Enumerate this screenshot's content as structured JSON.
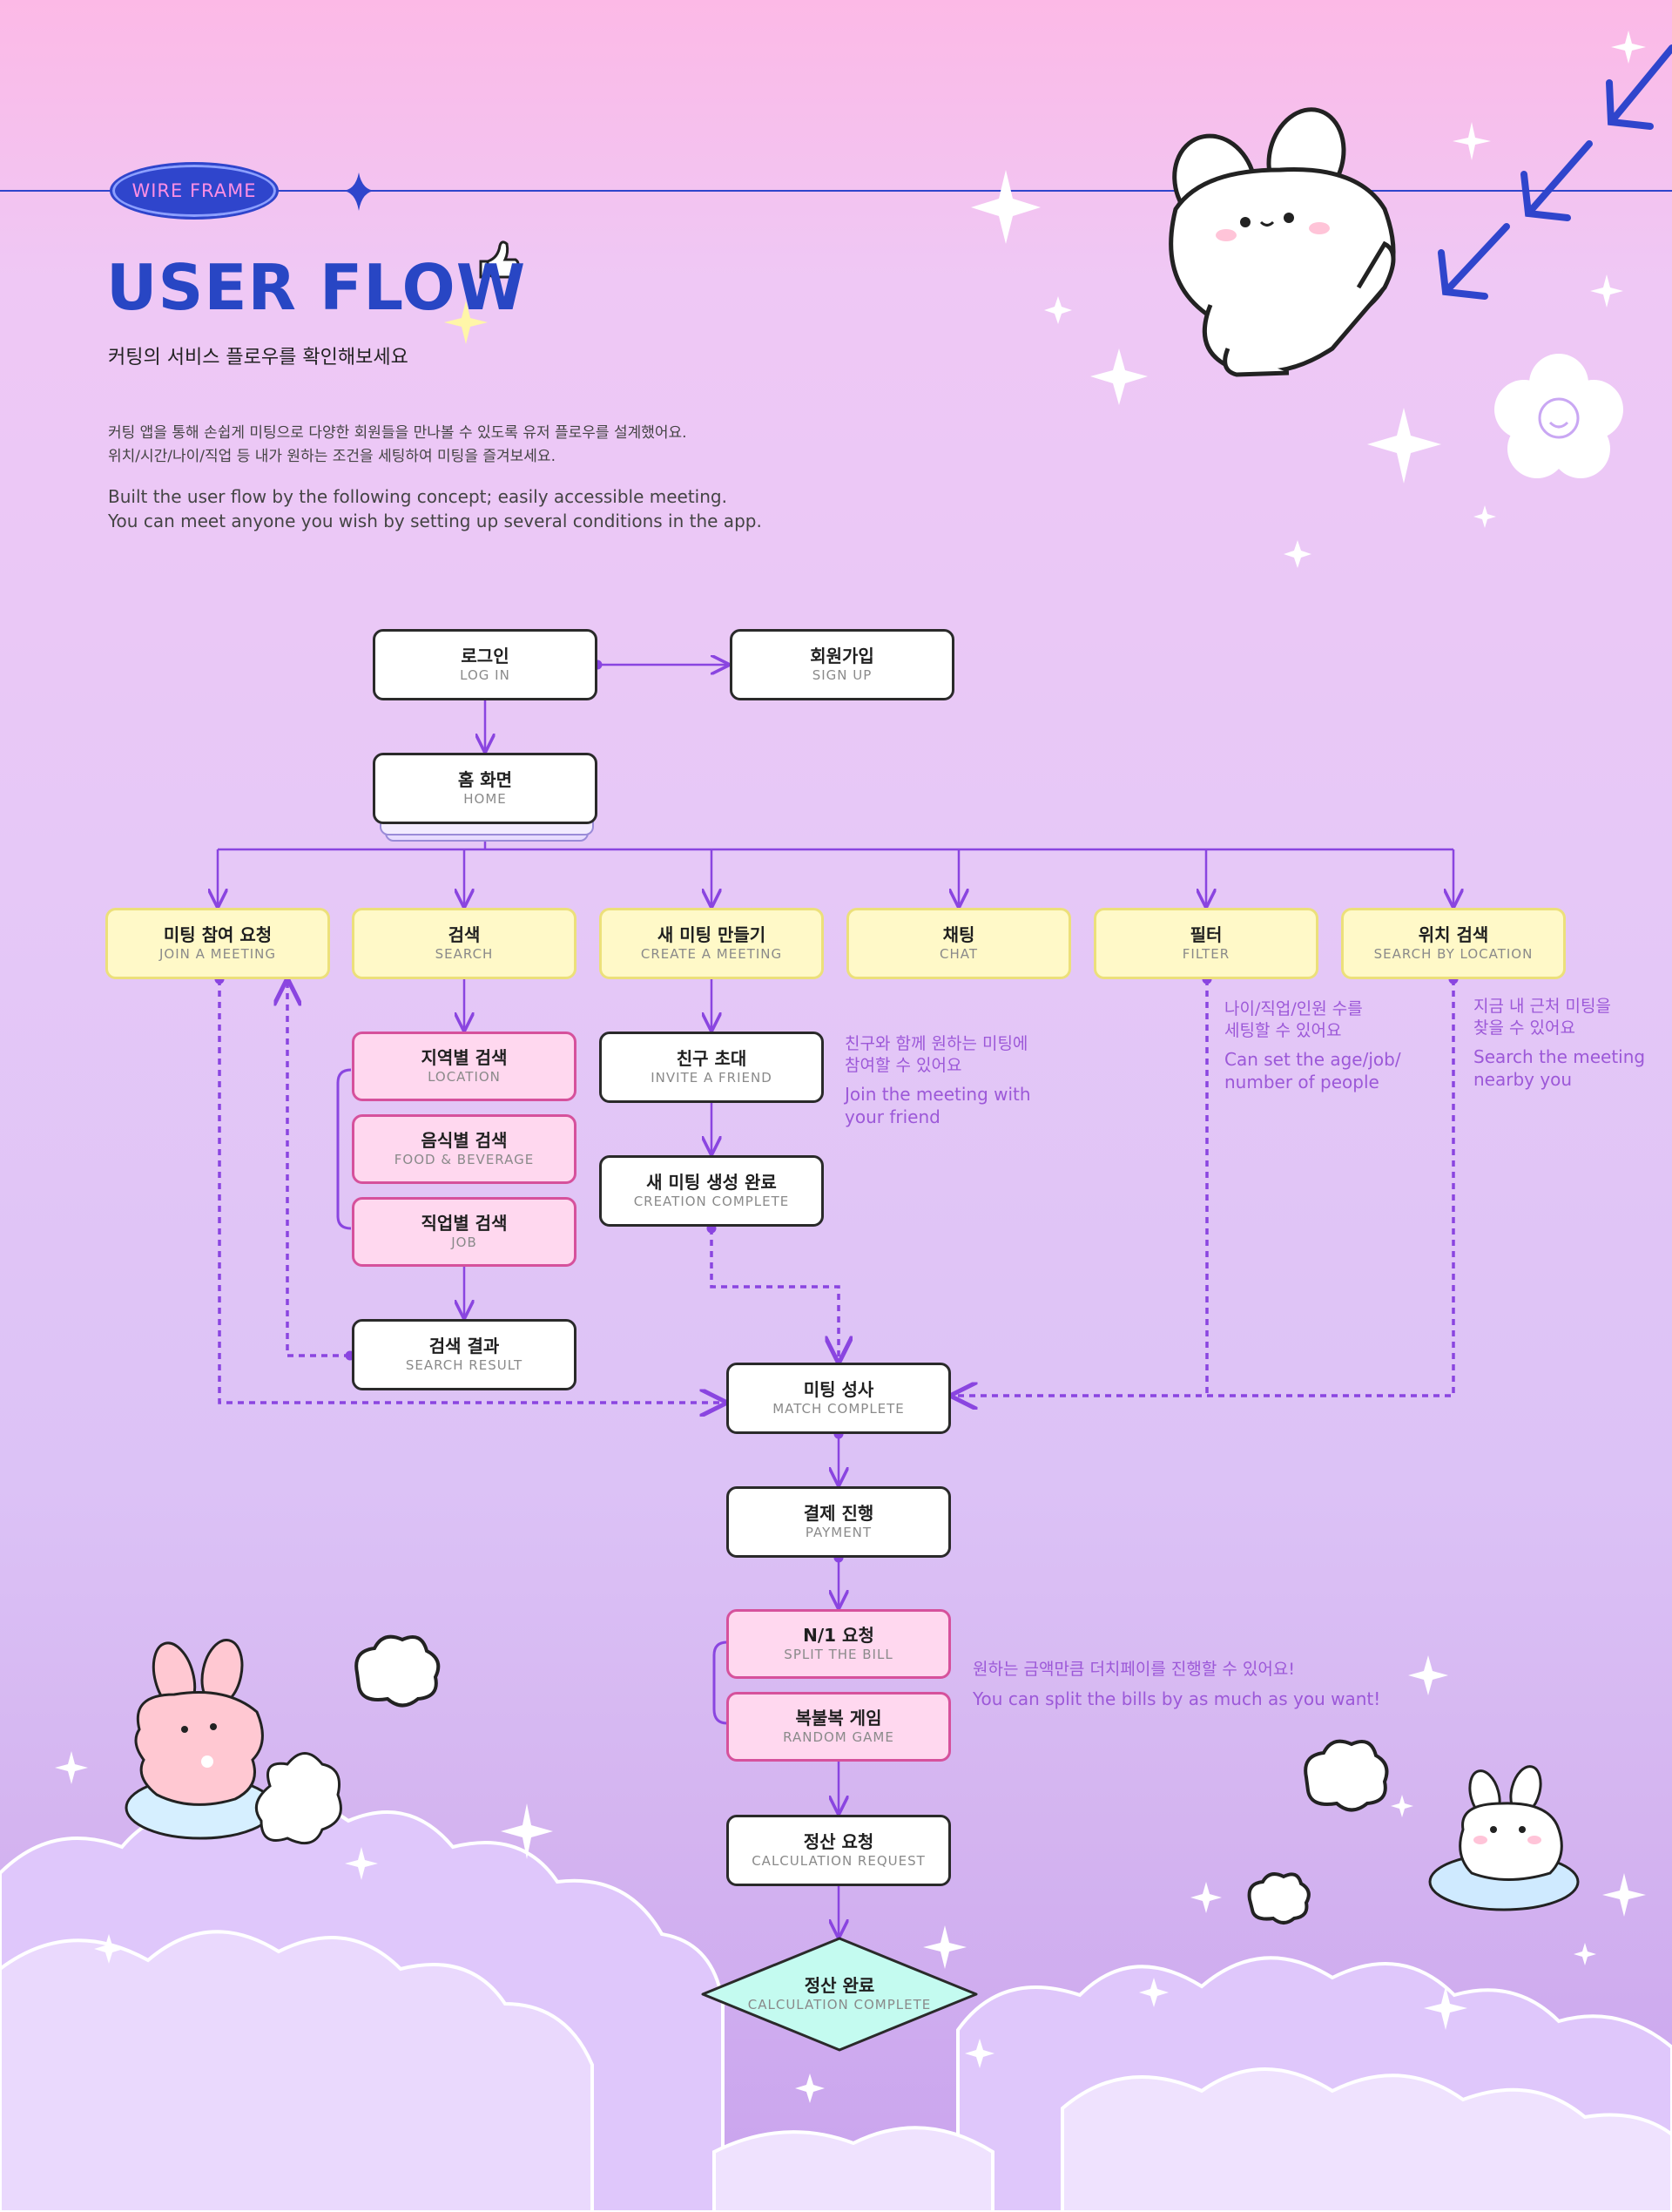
{
  "header": {
    "badge": "WIRE FRAME",
    "title": "USER FLOW",
    "subtitle": "커팅의 서비스 플로우를 확인해보세요",
    "desc_ko": "커팅 앱을 통해 손쉽게 미팅으로 다양한 회원들을 만나볼 수 있도록 유저 플로우를 설계했어요.\n위치/시간/나이/직업 등 내가 원하는 조건을 세팅하여 미팅을 즐겨보세요.",
    "desc_en": "Built the user flow by the following concept; easily accessible meeting.\nYou can meet anyone you wish by setting up several conditions in the app."
  },
  "nodes": {
    "login": {
      "ko": "로그인",
      "en": "LOG IN"
    },
    "signup": {
      "ko": "회원가입",
      "en": "SIGN UP"
    },
    "home": {
      "ko": "홈 화면",
      "en": "HOME"
    },
    "join": {
      "ko": "미팅 참여 요청",
      "en": "JOIN A MEETING"
    },
    "search": {
      "ko": "검색",
      "en": "SEARCH"
    },
    "create": {
      "ko": "새 미팅 만들기",
      "en": "CREATE A MEETING"
    },
    "chat": {
      "ko": "채팅",
      "en": "CHAT"
    },
    "filter": {
      "ko": "필터",
      "en": "FILTER"
    },
    "location": {
      "ko": "위치 검색",
      "en": "SEARCH BY LOCATION"
    },
    "s_location": {
      "ko": "지역별 검색",
      "en": "LOCATION"
    },
    "s_food": {
      "ko": "음식별 검색",
      "en": "FOOD & BEVERAGE"
    },
    "s_job": {
      "ko": "직업별 검색",
      "en": "JOB"
    },
    "s_result": {
      "ko": "검색 결과",
      "en": "SEARCH RESULT"
    },
    "invite": {
      "ko": "친구 초대",
      "en": "INVITE A FRIEND"
    },
    "created": {
      "ko": "새 미팅 생성 완료",
      "en": "CREATION COMPLETE"
    },
    "match": {
      "ko": "미팅 성사",
      "en": "MATCH COMPLETE"
    },
    "payment": {
      "ko": "결제 진행",
      "en": "PAYMENT"
    },
    "split": {
      "ko": "N/1 요청",
      "en": "SPLIT THE BILL"
    },
    "random": {
      "ko": "복불복 게임",
      "en": "RANDOM GAME"
    },
    "calc_req": {
      "ko": "정산 요청",
      "en": "CALCULATION REQUEST"
    },
    "calc_done": {
      "ko": "정산 완료",
      "en": "CALCULATION COMPLETE"
    }
  },
  "notes": {
    "invite": {
      "ko": "친구와 함께 원하는 미팅에\n참여할 수 있어요",
      "en": "Join the meeting with\nyour friend"
    },
    "filter": {
      "ko": "나이/직업/인원 수를\n세팅할 수 있어요",
      "en": "Can set the age/job/\nnumber of people"
    },
    "location": {
      "ko": "지금 내 근처 미팅을\n찾을 수 있어요",
      "en": "Search the meeting\nnearby you"
    },
    "split": {
      "ko": "원하는 금액만큼 더치페이를 진행할 수 있어요!",
      "en": "You can split the bills by as much as you want!"
    }
  },
  "colors": {
    "accent_blue": "#2846c4",
    "flow_line": "#8a45e0",
    "node_border": "#2a2a2a",
    "yellow_fill": "#fff9c8",
    "pink_fill": "#ffd8ef",
    "pink_border": "#d6519c",
    "final_fill": "#c4fbf0",
    "note_text": "#9c58d8"
  },
  "icons": [
    "thumbs-up-icon",
    "sparkle-icon",
    "arrow-icon",
    "bunny-mascot-icon",
    "flower-icon",
    "cloud-icon"
  ]
}
